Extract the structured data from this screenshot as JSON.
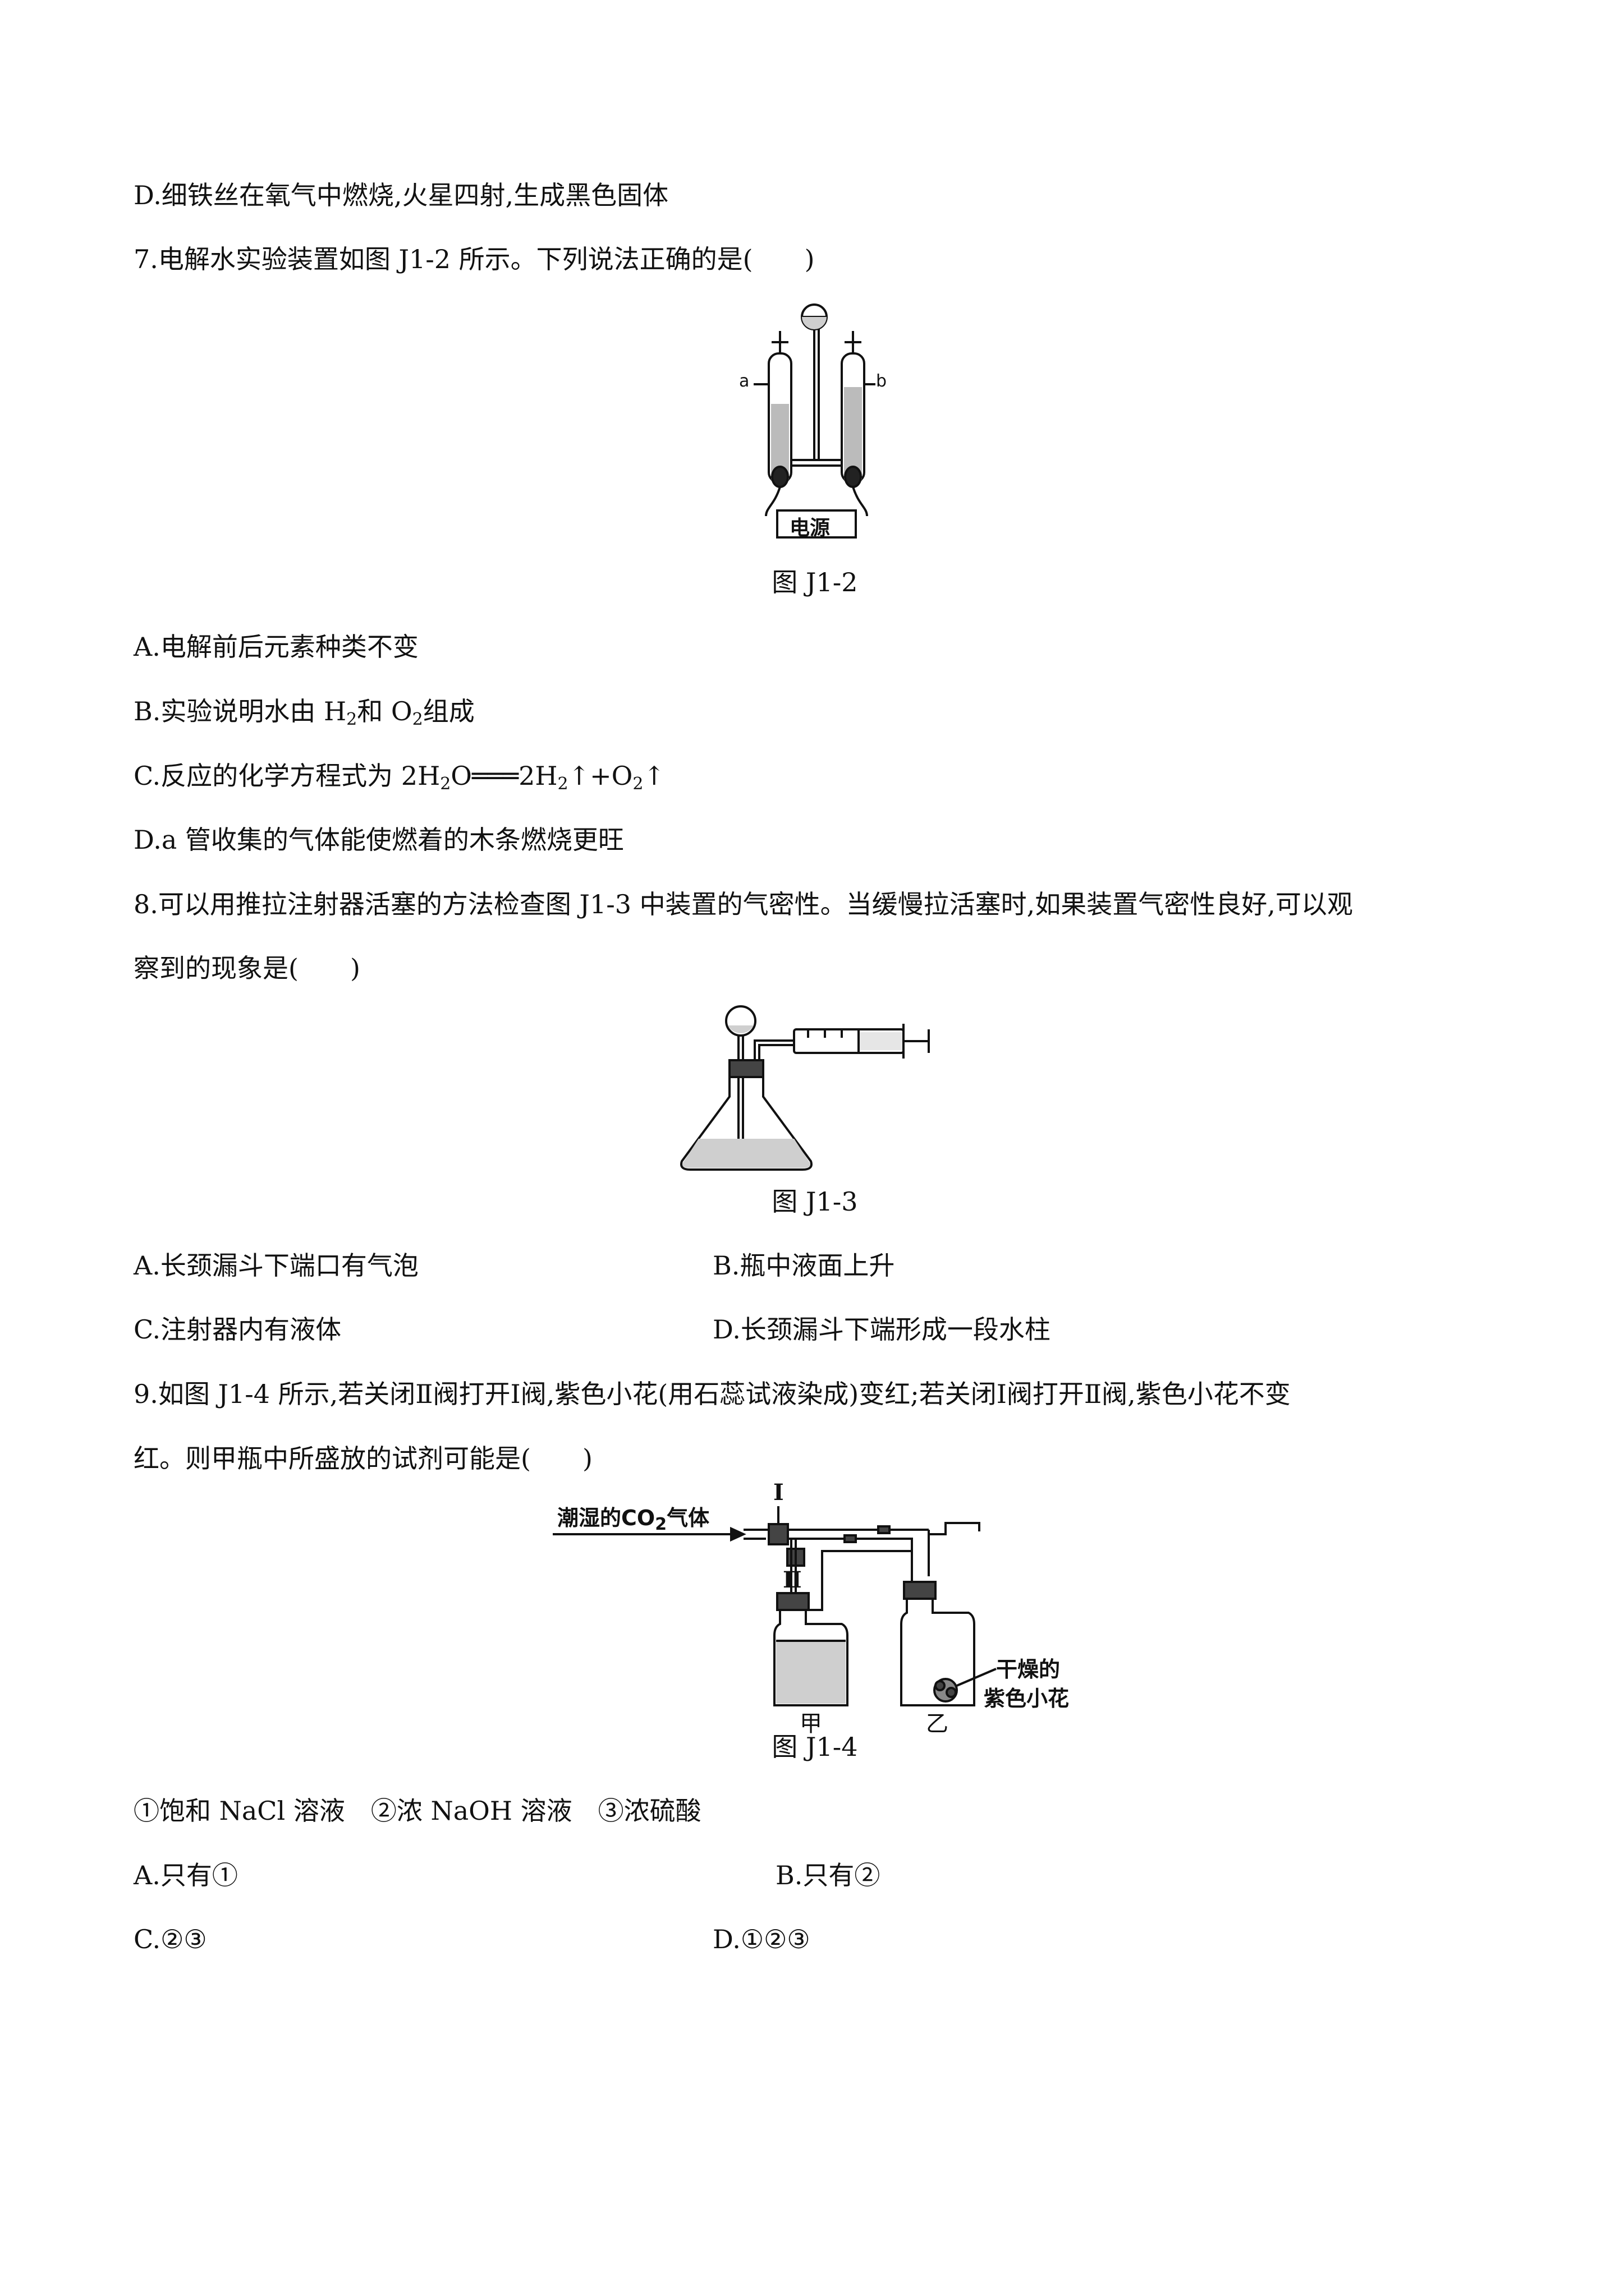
{
  "q6": {
    "option_d": "D.细铁丝在氧气中燃烧,火星四射,生成黑色固体"
  },
  "q7": {
    "stem": "7.电解水实验装置如图 J1-2 所示。下列说法正确的是(　　)",
    "figure": {
      "caption": "图 J1-2",
      "label_a": "a",
      "label_b": "b",
      "power_label": "电源"
    },
    "option_a": "A.电解前后元素种类不变",
    "option_b": {
      "prefix": "B.实验说明水由 H",
      "sub1": "2",
      "mid": "和 O",
      "sub2": "2",
      "suffix": "组成"
    },
    "option_c": {
      "prefix": "C.反应的化学方程式为 2H",
      "sub1": "2",
      "mid1": "O═══2H",
      "sub2": "2",
      "mid2": "↑+O",
      "sub3": "2",
      "suffix": "↑"
    },
    "option_d": "D.a 管收集的气体能使燃着的木条燃烧更旺"
  },
  "q8": {
    "stem_line1": "8.可以用推拉注射器活塞的方法检查图 J1-3 中装置的气密性。当缓慢拉活塞时,如果装置气密性良好,可以观",
    "stem_line2": "察到的现象是(　　)",
    "figure": {
      "caption": "图 J1-3"
    },
    "option_a": "A.长颈漏斗下端口有气泡",
    "option_b": "B.瓶中液面上升",
    "option_c": "C.注射器内有液体",
    "option_d": "D.长颈漏斗下端形成一段水柱"
  },
  "q9": {
    "stem_line1": "9.如图 J1-4 所示,若关闭Ⅱ阀打开Ⅰ阀,紫色小花(用石蕊试液染成)变红;若关闭Ⅰ阀打开Ⅱ阀,紫色小花不变",
    "stem_line2": "红。则甲瓶中所盛放的试剂可能是(　　)",
    "figure": {
      "caption": "图 J1-4",
      "gas_label": {
        "prefix": "潮湿的CO",
        "sub": "2",
        "suffix": "气体"
      },
      "valve_1": "Ⅰ",
      "valve_2": "Ⅱ",
      "bottle_jia": "甲",
      "bottle_yi": "乙",
      "flower_line1": "干燥的",
      "flower_line2": "紫色小花"
    },
    "reagents": "①饱和 NaCl 溶液　②浓 NaOH 溶液　③浓硫酸",
    "option_a": "A.只有①",
    "option_b": "B.只有②",
    "option_c": "C.②③",
    "option_d": "D.①②③"
  }
}
